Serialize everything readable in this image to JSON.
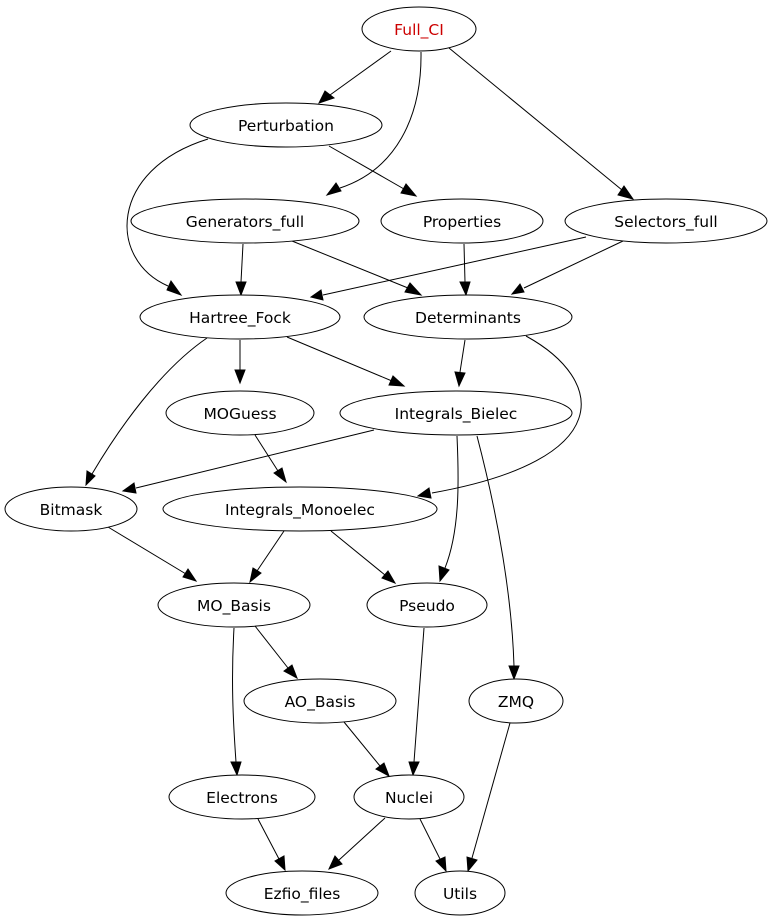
{
  "graph": {
    "colors": {
      "default_label": "#000000",
      "highlight_label": "#cc0000",
      "stroke": "#000000"
    },
    "nodes": [
      {
        "id": "full_ci",
        "label": "Full_CI",
        "highlight": true
      },
      {
        "id": "perturbation",
        "label": "Perturbation"
      },
      {
        "id": "generators_full",
        "label": "Generators_full"
      },
      {
        "id": "properties",
        "label": "Properties"
      },
      {
        "id": "selectors_full",
        "label": "Selectors_full"
      },
      {
        "id": "hartree_fock",
        "label": "Hartree_Fock"
      },
      {
        "id": "determinants",
        "label": "Determinants"
      },
      {
        "id": "moguess",
        "label": "MOGuess"
      },
      {
        "id": "integrals_bielec",
        "label": "Integrals_Bielec"
      },
      {
        "id": "bitmask",
        "label": "Bitmask"
      },
      {
        "id": "integrals_monoelec",
        "label": "Integrals_Monoelec"
      },
      {
        "id": "mo_basis",
        "label": "MO_Basis"
      },
      {
        "id": "pseudo",
        "label": "Pseudo"
      },
      {
        "id": "ao_basis",
        "label": "AO_Basis"
      },
      {
        "id": "zmq",
        "label": "ZMQ"
      },
      {
        "id": "electrons",
        "label": "Electrons"
      },
      {
        "id": "nuclei",
        "label": "Nuclei"
      },
      {
        "id": "ezfio_files",
        "label": "Ezfio_files"
      },
      {
        "id": "utils",
        "label": "Utils"
      }
    ],
    "edges": [
      {
        "from": "full_ci",
        "to": "perturbation"
      },
      {
        "from": "full_ci",
        "to": "generators_full"
      },
      {
        "from": "full_ci",
        "to": "selectors_full"
      },
      {
        "from": "perturbation",
        "to": "hartree_fock"
      },
      {
        "from": "perturbation",
        "to": "properties"
      },
      {
        "from": "generators_full",
        "to": "hartree_fock"
      },
      {
        "from": "generators_full",
        "to": "determinants"
      },
      {
        "from": "properties",
        "to": "determinants"
      },
      {
        "from": "selectors_full",
        "to": "hartree_fock"
      },
      {
        "from": "selectors_full",
        "to": "determinants"
      },
      {
        "from": "hartree_fock",
        "to": "moguess"
      },
      {
        "from": "hartree_fock",
        "to": "integrals_bielec"
      },
      {
        "from": "hartree_fock",
        "to": "bitmask"
      },
      {
        "from": "determinants",
        "to": "integrals_bielec"
      },
      {
        "from": "determinants",
        "to": "integrals_monoelec"
      },
      {
        "from": "moguess",
        "to": "integrals_monoelec"
      },
      {
        "from": "integrals_bielec",
        "to": "bitmask"
      },
      {
        "from": "integrals_bielec",
        "to": "pseudo"
      },
      {
        "from": "integrals_bielec",
        "to": "zmq"
      },
      {
        "from": "bitmask",
        "to": "mo_basis"
      },
      {
        "from": "integrals_monoelec",
        "to": "mo_basis"
      },
      {
        "from": "integrals_monoelec",
        "to": "pseudo"
      },
      {
        "from": "mo_basis",
        "to": "ao_basis"
      },
      {
        "from": "mo_basis",
        "to": "electrons"
      },
      {
        "from": "ao_basis",
        "to": "nuclei"
      },
      {
        "from": "pseudo",
        "to": "nuclei"
      },
      {
        "from": "zmq",
        "to": "utils"
      },
      {
        "from": "electrons",
        "to": "ezfio_files"
      },
      {
        "from": "nuclei",
        "to": "ezfio_files"
      },
      {
        "from": "nuclei",
        "to": "utils"
      }
    ]
  }
}
